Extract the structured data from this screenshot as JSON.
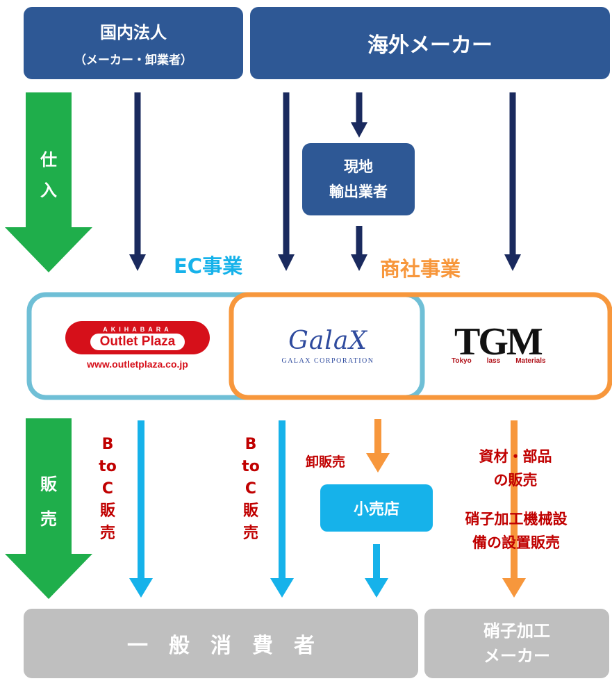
{
  "colors": {
    "navy_box": "#2e5895",
    "navy_arrow": "#1a2a5e",
    "green": "#1fae4b",
    "cyan": "#16b2ea",
    "orange": "#f7973c",
    "ec_frame": "#6fbfd6",
    "dark_red": "#c00000",
    "grey": "#bfbfbf"
  },
  "top": {
    "domestic_title": "国内法人",
    "domestic_sub": "（メーカー・卸業者）",
    "overseas_title": "海外メーカー"
  },
  "exporter": {
    "line1": "現地",
    "line2": "輸出業者"
  },
  "phases": {
    "purchase": [
      "仕",
      "入"
    ],
    "sales": [
      "販",
      "売"
    ]
  },
  "business": {
    "ec": "EC事業",
    "trading": "商社事業"
  },
  "logos": {
    "outlet_top": "AKIHABARA",
    "outlet_main": "Outlet Plaza",
    "outlet_url": "www.outletplaza.co.jp",
    "galax_script": "GalaX",
    "galax_corp": "GALAX CORPORATION",
    "tgm_letters": "TGM",
    "tgm_w1": "Tokyo",
    "tgm_w2": "lass",
    "tgm_w3": "Materials"
  },
  "btoc": [
    "B",
    "to",
    "C",
    "販",
    "売"
  ],
  "wholesale": "卸販売",
  "retail": "小売店",
  "materials": {
    "line1": "資材・部品",
    "line2": "の販売"
  },
  "machinery": {
    "line1": "硝子加工機械設",
    "line2": "備の設置販売"
  },
  "bottom": {
    "consumers": "一　般　消　費　者",
    "glass_line1": "硝子加工",
    "glass_line2": "メーカー"
  }
}
